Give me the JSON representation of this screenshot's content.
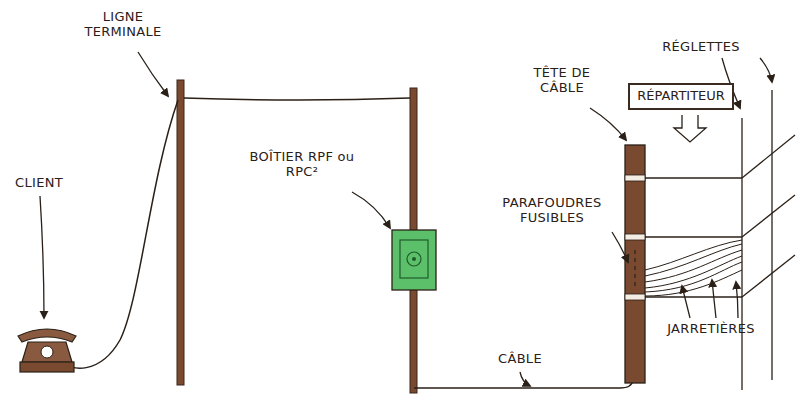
{
  "diagram": {
    "nodes": [
      {
        "text": [
          "RÉPARTITEUR"
        ]
      }
    ],
    "labels": [
      "LIGNE TERMINALE",
      "CLIENT",
      "BOÎTIER RPF ou RPC²",
      "TÊTE DE CÂBLE",
      "RÉGLETTES",
      "PARAFOUDRES FUSIBLES",
      "JARRETIÈRES",
      "CÂBLE"
    ]
  }
}
